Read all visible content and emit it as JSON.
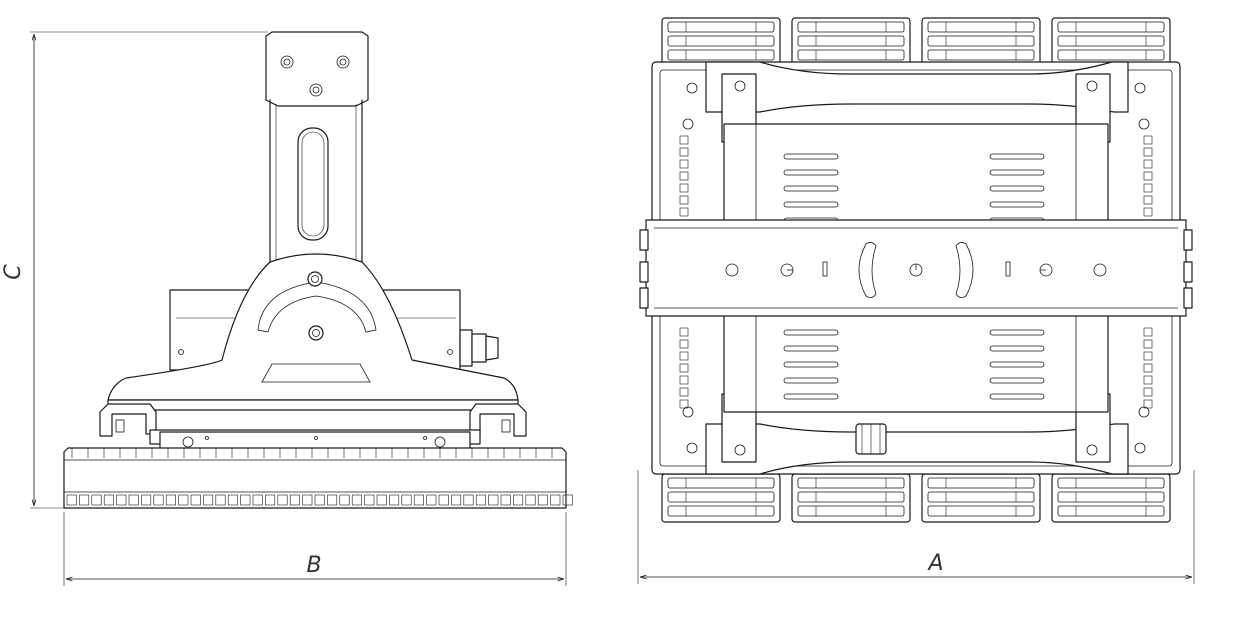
{
  "dimensions": {
    "height_label": "C",
    "width_side_label": "B",
    "width_top_label": "A"
  },
  "colors": {
    "line": "#1a1a1a",
    "background": "#ffffff"
  }
}
